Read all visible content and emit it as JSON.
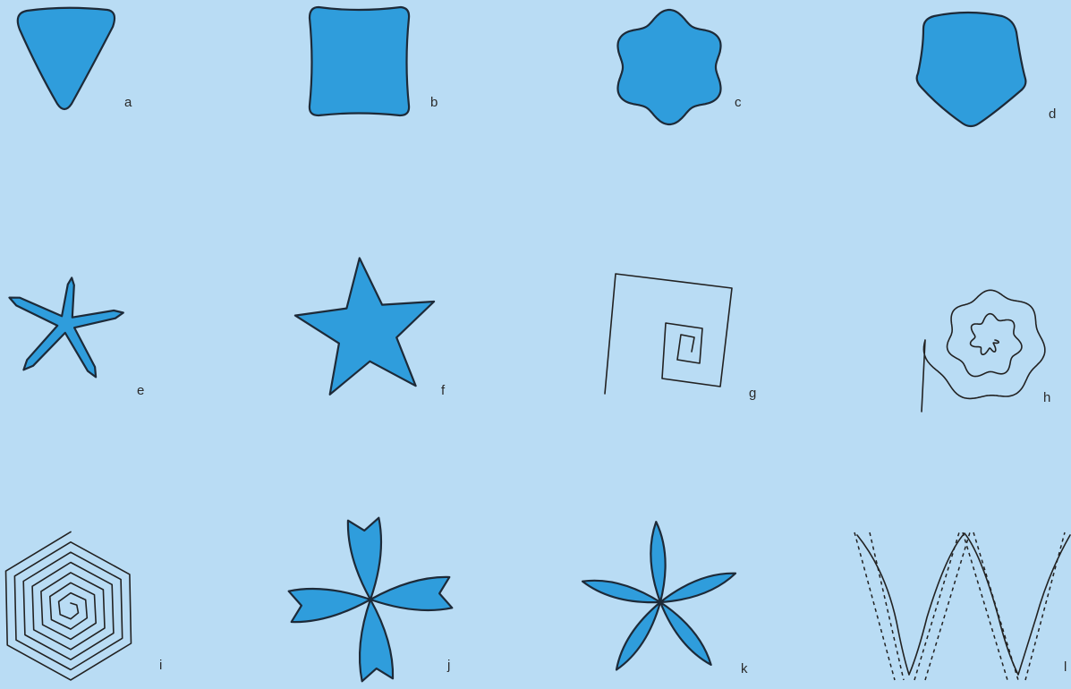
{
  "figure": {
    "background": "#b9dcf4",
    "fill_color": "#2f9ddc",
    "panels": [
      {
        "id": "a",
        "label": "a",
        "shape": "rounded-triangle"
      },
      {
        "id": "b",
        "label": "b",
        "shape": "rounded-square"
      },
      {
        "id": "c",
        "label": "c",
        "shape": "scalloped-hexagon"
      },
      {
        "id": "d",
        "label": "d",
        "shape": "rounded-pentagon"
      },
      {
        "id": "e",
        "label": "e",
        "shape": "thin-five-arm-star"
      },
      {
        "id": "f",
        "label": "f",
        "shape": "five-point-star"
      },
      {
        "id": "g",
        "label": "g",
        "shape": "square-spiral"
      },
      {
        "id": "h",
        "label": "h",
        "shape": "wavy-spiral"
      },
      {
        "id": "i",
        "label": "i",
        "shape": "hexagonal-spiral"
      },
      {
        "id": "j",
        "label": "j",
        "shape": "four-petal-flower"
      },
      {
        "id": "k",
        "label": "k",
        "shape": "five-petal-flower"
      },
      {
        "id": "l",
        "label": "l",
        "shape": "cusped-curve-with-dashed-guides"
      }
    ]
  }
}
